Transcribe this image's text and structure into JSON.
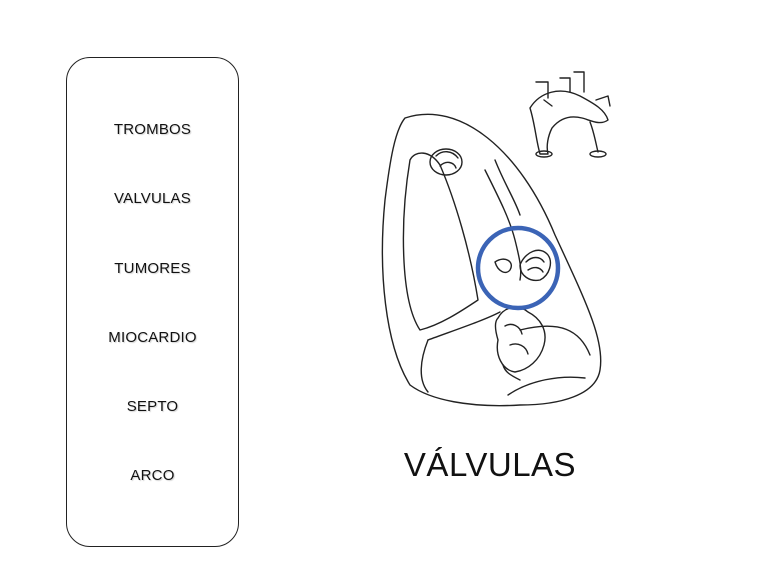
{
  "menu": {
    "items": [
      {
        "label": "TROMBOS"
      },
      {
        "label": "VALVULAS"
      },
      {
        "label": "TUMORES"
      },
      {
        "label": "MIOCARDIO"
      },
      {
        "label": "SEPTO"
      },
      {
        "label": "ARCO"
      }
    ]
  },
  "caption": "VÁLVULAS",
  "highlight": {
    "color": "#3b64b6"
  }
}
